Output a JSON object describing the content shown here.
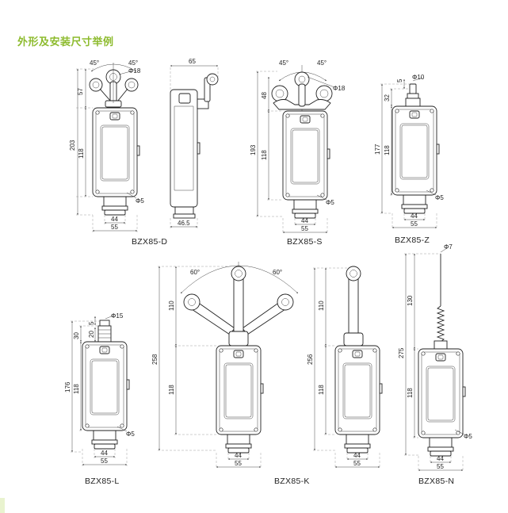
{
  "heading": "外形及安装尺寸举例",
  "models": {
    "D": {
      "caption": "BZX85-D",
      "dims": {
        "a45l": "45°",
        "a45r": "45°",
        "phi18": "Φ18",
        "h57": "57",
        "h203": "203",
        "h118": "118",
        "phi5": "Φ5",
        "w44": "44",
        "w55": "55",
        "w65": "65",
        "w465": "46.5"
      }
    },
    "S": {
      "caption": "BZX85-S",
      "dims": {
        "a45l": "45°",
        "a45r": "45°",
        "phi18": "Φ18",
        "h48": "48",
        "h193": "193",
        "h118": "118",
        "phi5": "Φ5",
        "w44": "44",
        "w55": "55"
      }
    },
    "Z": {
      "caption": "BZX85-Z",
      "dims": {
        "phi10": "Φ10",
        "h5": "5",
        "h32": "32",
        "h177": "177",
        "h118": "118",
        "phi5": "Φ5",
        "w44": "44",
        "w55": "55"
      }
    },
    "L": {
      "caption": "BZX85-L",
      "dims": {
        "phi15": "Φ15",
        "h5": "5",
        "h30": "30",
        "h20": "20",
        "h176": "176",
        "h118": "118",
        "phi5": "Φ5",
        "w44": "44",
        "w55": "55"
      }
    },
    "K": {
      "caption": "BZX85-K",
      "dims": {
        "a60l": "60°",
        "a60r": "60°",
        "h110": "110",
        "h258": "258",
        "h118": "118",
        "w44": "44",
        "w55": "55"
      }
    },
    "K2": {
      "caption": "BZX85-K",
      "dims": {
        "h110": "110",
        "h256": "256",
        "h118": "118",
        "w44": "44",
        "w55": "55"
      }
    },
    "N": {
      "caption": "BZX85-N",
      "dims": {
        "phi7": "Φ7",
        "h130": "130",
        "h275": "275",
        "h118": "118",
        "phi5": "Φ5",
        "w44": "44",
        "w55": "55"
      }
    }
  }
}
